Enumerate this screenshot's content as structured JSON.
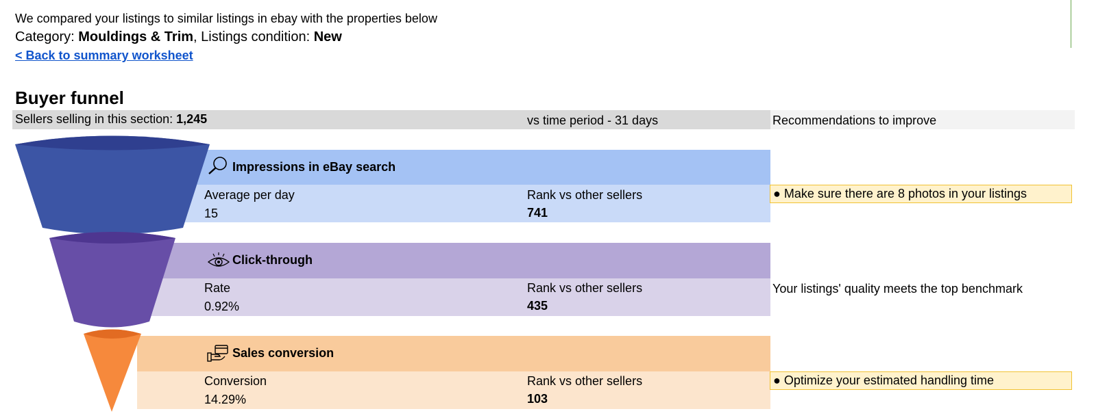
{
  "header": {
    "intro": "We compared your listings to similar listings in ebay with the properties below",
    "category_label": "Category: ",
    "category_value": "Mouldings & Trim",
    "condition_label": ", Listings condition: ",
    "condition_value": "New",
    "back_link": "< Back to summary worksheet"
  },
  "funnel": {
    "title": "Buyer funnel",
    "sellers_label": "Sellers selling in this section: ",
    "sellers_value": "1,245",
    "period": "vs time period - 31 days",
    "recommendations_header": "Recommendations to improve"
  },
  "steps": [
    {
      "title": "Impressions in eBay search",
      "icon": "magnifier-icon",
      "metric_label": "Average per day",
      "metric_value": "15",
      "rank_label": "Rank vs other sellers",
      "rank_value": "741",
      "recommendation": "● Make sure there are 8 photos in your listings",
      "color_head": "#a4c2f4",
      "color_body": "#c9daf8",
      "funnel_color": "#3c55a5"
    },
    {
      "title": "Click-through",
      "icon": "eye-icon",
      "metric_label": "Rate",
      "metric_value": "0.92%",
      "rank_label": "Rank vs other sellers",
      "rank_value": "435",
      "recommendation": "Your listings' quality meets the top benchmark",
      "color_head": "#b4a7d6",
      "color_body": "#d9d2e9",
      "funnel_color": "#674ea7"
    },
    {
      "title": "Sales conversion",
      "icon": "payment-hand-icon",
      "metric_label": "Conversion",
      "metric_value": "14.29%",
      "rank_label": "Rank vs other sellers",
      "rank_value": "103",
      "recommendation": "● Optimize your estimated handling time",
      "color_head": "#f9cb9c",
      "color_body": "#fce5cd",
      "funnel_color": "#f6893c"
    }
  ]
}
